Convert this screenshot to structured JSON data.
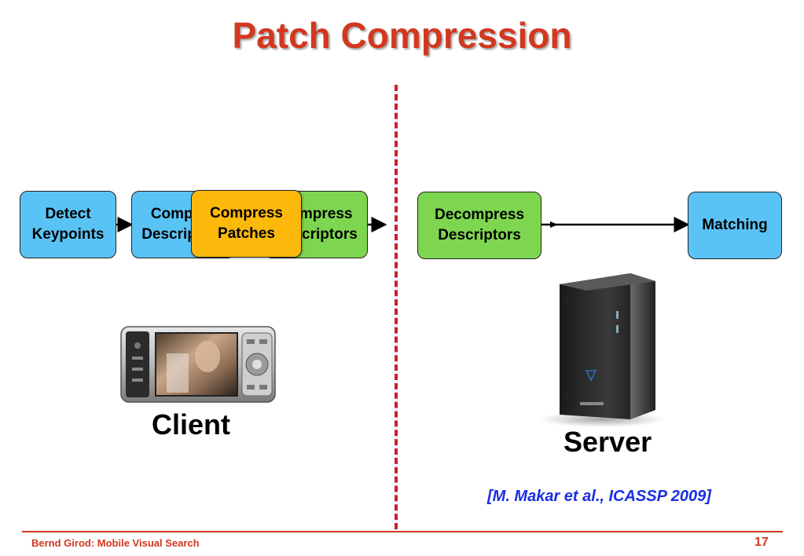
{
  "title": "Patch Compression",
  "boxes": {
    "detect": "Detect\nKeypoints",
    "compute": "Compute\nDescriptors",
    "compress_descriptors": "Compress\nDescriptors",
    "compress_patches": "Compress\nPatches",
    "decompress": "Decompress\nDescriptors",
    "matching": "Matching"
  },
  "labels": {
    "client": "Client",
    "server": "Server"
  },
  "citation": "[M. Makar et al., ICASSP 2009]",
  "footer": {
    "author": "Bernd Girod: Mobile Visual Search",
    "page": "17"
  },
  "colors": {
    "title": "#d2381f",
    "divider": "#c8202c",
    "blue_box": "#5ac3f5",
    "green_box": "#7ed650",
    "yellow_box": "#fcb90c",
    "citation": "#1a2ee0"
  },
  "icons": {
    "client_image": "mobile-phone-icon",
    "server_image": "server-tower-icon"
  }
}
